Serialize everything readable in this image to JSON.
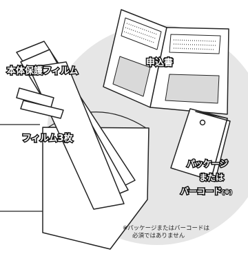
{
  "labels": {
    "film_protect": "本体保護フィルム",
    "films_three": "フィルム3枚",
    "application_form": "申込書",
    "package_line1": "パッケージ",
    "package_line2": "または",
    "package_line3": "バーコード",
    "package_mark": "(※)"
  },
  "note": {
    "line1": "※パッケージまたはバーコードは",
    "line2": "必須ではありません"
  },
  "colors": {
    "circle_bg": "#e6e6e6",
    "stroke": "#222222",
    "paper": "#ffffff",
    "gray_panel": "#d9d9d9"
  },
  "icons": [
    "application-form-booklet",
    "film-sleeve",
    "film-strip",
    "package-tag"
  ]
}
